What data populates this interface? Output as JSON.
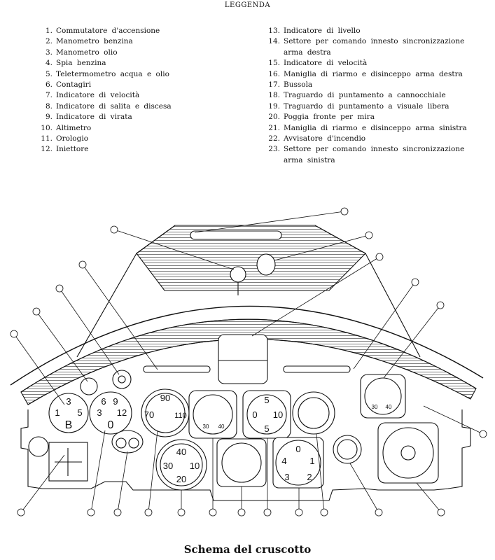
{
  "legend": {
    "title": "LEGGENDA",
    "items": [
      {
        "num": "1.",
        "text": "Commutatore d'accensione"
      },
      {
        "num": "2.",
        "text": "Manometro benzina"
      },
      {
        "num": "3.",
        "text": "Manometro olio"
      },
      {
        "num": "4.",
        "text": "Spia benzina"
      },
      {
        "num": "5.",
        "text": "Teletermometro acqua e olio"
      },
      {
        "num": "6.",
        "text": "Contagiri"
      },
      {
        "num": "7.",
        "text": "Indicatore di velocità"
      },
      {
        "num": "8.",
        "text": "Indicatore di salita e discesa"
      },
      {
        "num": "9.",
        "text": "Indicatore di virata"
      },
      {
        "num": "10.",
        "text": "Altimetro"
      },
      {
        "num": "11.",
        "text": "Orologio"
      },
      {
        "num": "12.",
        "text": "Iniettore"
      },
      {
        "num": "13.",
        "text": "Indicatore di livello"
      },
      {
        "num": "14.",
        "text": "Settore per comando innesto sincronizzazione arma destra"
      },
      {
        "num": "15.",
        "text": "Indicatore di velocità"
      },
      {
        "num": "16.",
        "text": "Maniglia di riarmo e disinceppo arma destra"
      },
      {
        "num": "17.",
        "text": "Bussola"
      },
      {
        "num": "18.",
        "text": "Traguardo di puntamento a cannocchiale"
      },
      {
        "num": "19.",
        "text": "Traguardo di puntamento a visuale libera"
      },
      {
        "num": "20.",
        "text": "Poggia fronte per mira"
      },
      {
        "num": "21.",
        "text": "Maniglia di riarmo e disinceppo arma sinistra"
      },
      {
        "num": "22.",
        "text": "Avvisatore d'incendio"
      },
      {
        "num": "23.",
        "text": "Settore per comando innesto sincronizzazione arma sinistra"
      }
    ]
  },
  "gauge_marks": {
    "g2_top": "3",
    "g2_left": "1",
    "g2_right": "5",
    "g2_bottom": "B",
    "g3_a": "6",
    "g3_b": "9",
    "g3_c": "3",
    "g3_d": "12",
    "g3_bottom": "0",
    "g5_top": "90",
    "g5_left": "70",
    "g5_right": "110",
    "g6_top": "40",
    "g6_left": "30",
    "g6_right": "10",
    "g6_bottom": "20",
    "g8_top": "5",
    "g8_left": "0",
    "g8_right": "10",
    "g8_bottom": "5",
    "g10_a": "0",
    "g10_b": "4",
    "g10_c": "3",
    "g10_d": "2",
    "g10_e": "1",
    "g7_a": "30",
    "g7_b": "40",
    "g15_a": "30",
    "g15_b": "40"
  },
  "caption": "Schema del cruscotto"
}
